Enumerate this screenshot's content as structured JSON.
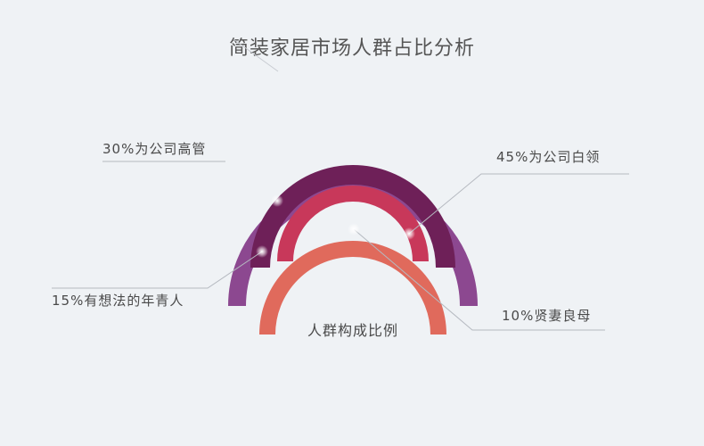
{
  "chart_data": {
    "type": "pie",
    "title": "简装家居市场人群占比分析",
    "center_label": "人群构成比例",
    "segments": [
      {
        "label": "30%为公司高管",
        "value": 30,
        "color": "#8c4890"
      },
      {
        "label": "45%为公司白领",
        "value": 45,
        "color": "#6e2058"
      },
      {
        "label": "15%有想法的年青人",
        "value": 15,
        "color": "#e06a5c"
      },
      {
        "label": "10%贤妻良母",
        "value": 10,
        "color": "#c8385a"
      }
    ]
  }
}
